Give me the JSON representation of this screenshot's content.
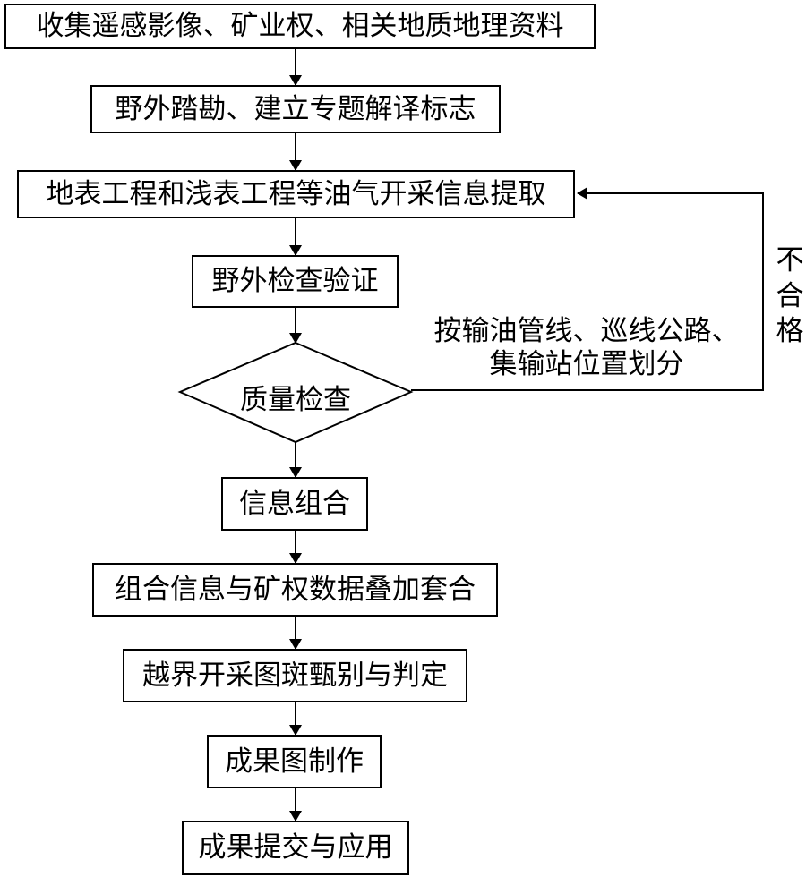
{
  "flowchart": {
    "steps": [
      "收集遥感影像、矿业权、相关地质地理资料",
      "野外踏勘、建立专题解译标志",
      "地表工程和浅表工程等油气开采信息提取",
      "野外检查验证",
      "质量检查",
      "信息组合",
      "组合信息与矿权数据叠加套合",
      "越界开采图斑甄别与判定",
      "成果图制作",
      "成果提交与应用"
    ],
    "feedback_label": "不合格",
    "side_note": [
      "按输油管线、巡线公路、",
      "集输站位置划分"
    ]
  }
}
